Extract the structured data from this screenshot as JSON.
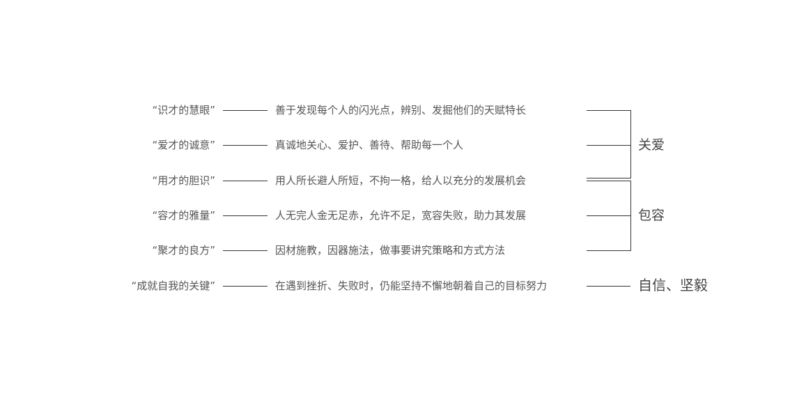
{
  "rows": [
    {
      "label": "“识才的慧眼”",
      "desc": "善于发现每个人的闪光点，辨别、发掘他们的天赋特长"
    },
    {
      "label": "“爱才的诚意”",
      "desc": "真诚地关心、爱护、善待、帮助每一个人"
    },
    {
      "label": "“用才的胆识”",
      "desc": "用人所长避人所短，不拘一格，给人以充分的发展机会"
    },
    {
      "label": "“容才的雅量”",
      "desc": "人无完人金无足赤，允许不足，宽容失败，助力其发展"
    },
    {
      "label": "“聚才的良方”",
      "desc": "因材施教，因器施法，做事要讲究策略和方式方法"
    },
    {
      "label": "“成就自我的关键”",
      "desc": "在遇到挫折、失败时，仍能坚持不懈地朝着自己的目标努力"
    }
  ],
  "categories": [
    "关爱",
    "包容",
    "自信、坚毅"
  ]
}
